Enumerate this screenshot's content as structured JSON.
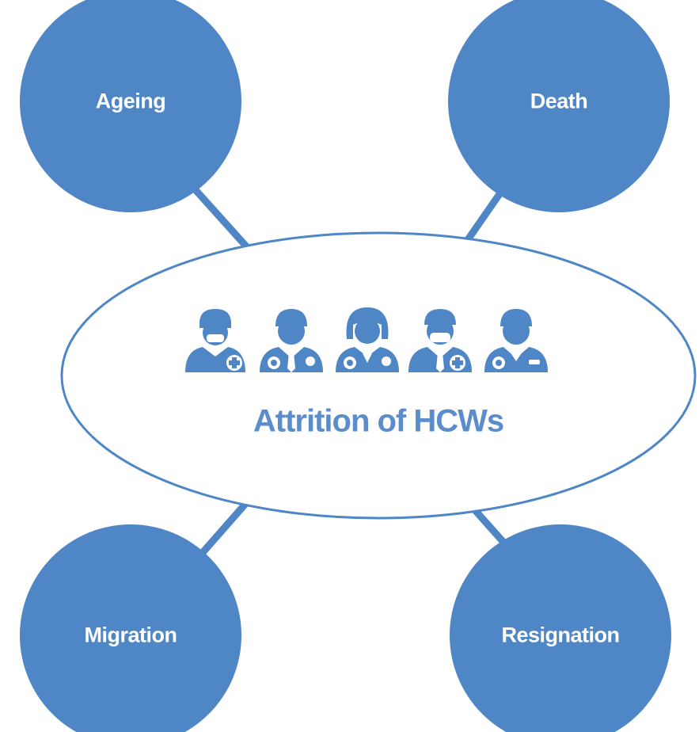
{
  "colors": {
    "node_fill": "#4f86c6",
    "connector": "#4f86c6",
    "ellipse_stroke": "#4f86c6",
    "ellipse_fill": "#ffffff",
    "center_text": "#5b8ccb",
    "node_text": "#ffffff",
    "icon_fill": "#4f86c6"
  },
  "center": {
    "title": "Attrition of HCWs",
    "icons": [
      "health-worker-mask-icon",
      "doctor-stethoscope-icon",
      "female-doctor-icon",
      "doctor-mask-icon",
      "nurse-stethoscope-icon"
    ]
  },
  "nodes": {
    "ageing": "Ageing",
    "death": "Death",
    "migration": "Migration",
    "resignation": "Resignation"
  }
}
